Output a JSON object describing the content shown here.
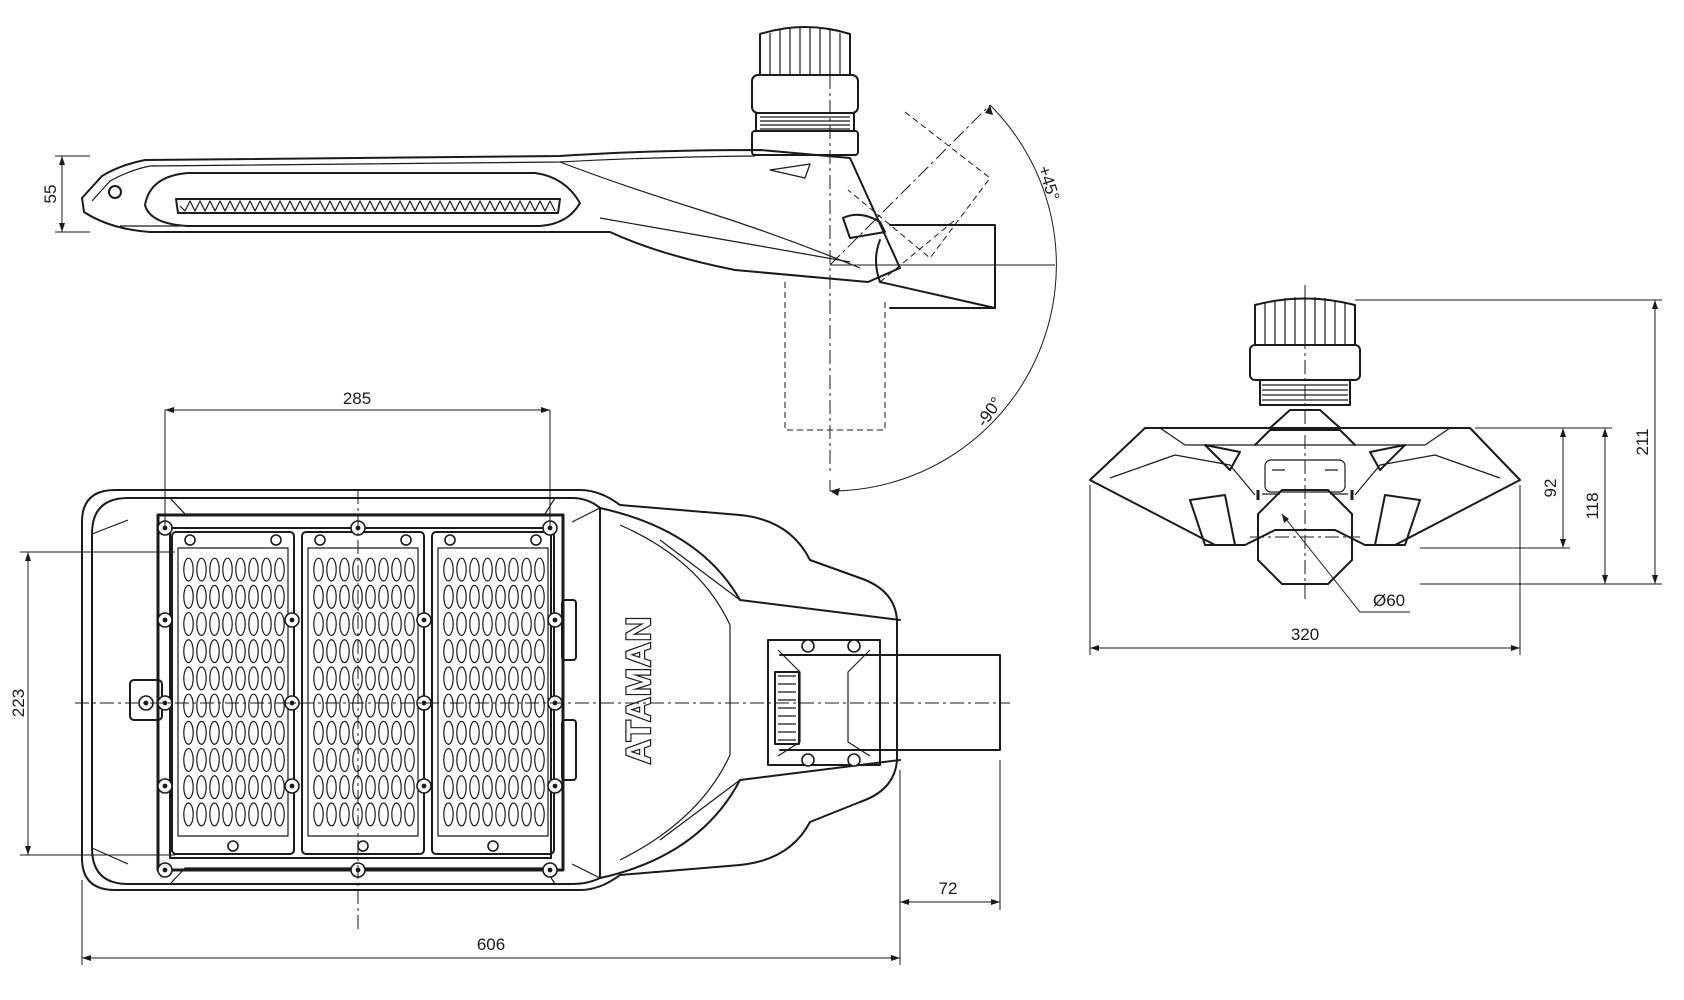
{
  "brand": "ATAMAN",
  "dimensions": {
    "side_height": "55",
    "tilt_up": "+45°",
    "tilt_down": "-90°",
    "top_module_width": "285",
    "top_module_height": "223",
    "top_total_length": "606",
    "top_spigot_length": "72",
    "front_width": "320",
    "front_height_total": "211",
    "front_height_body": "118",
    "front_height_head": "92",
    "front_tube_diameter": "Ø60"
  },
  "led_modules": 3,
  "led_grid": {
    "columns": 8,
    "rows": 10
  },
  "colors": {
    "line": "#1a1a1a",
    "background": "#ffffff"
  }
}
